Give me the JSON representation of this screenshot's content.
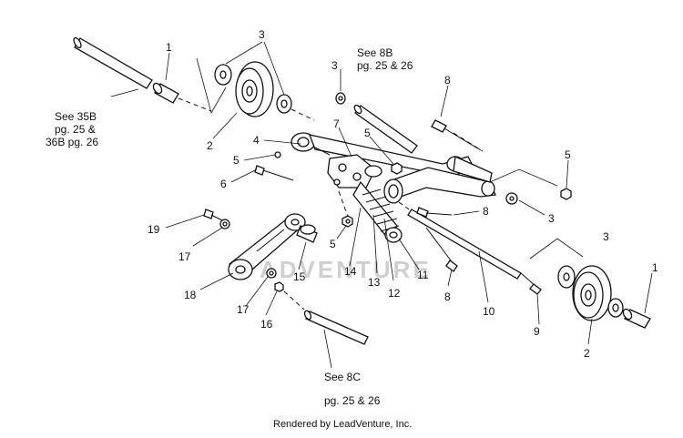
{
  "callouts": {
    "c1a": "1",
    "c2a": "2",
    "c3a": "3",
    "c3b": "3",
    "c8a": "8",
    "c7": "7",
    "c5a": "5",
    "c4": "4",
    "c5b": "5",
    "c6": "6",
    "c5c": "5",
    "c3c": "3",
    "c8b": "8",
    "c19": "19",
    "c17a": "17",
    "c18": "18",
    "c17b": "17",
    "c16": "16",
    "c15": "15",
    "c14": "14",
    "c5d": "5",
    "c13": "13",
    "c12": "12",
    "c11": "11",
    "c8c": "8",
    "c10": "10",
    "c9": "9",
    "c3d": "3",
    "c1b": "1",
    "c2b": "2"
  },
  "references": {
    "ref_35b": [
      "See 35B",
      "pg. 25 &",
      "36B pg. 26"
    ],
    "ref_8b": [
      "See 8B",
      "pg. 25 &  26"
    ],
    "ref_8c": [
      "See 8C",
      "pg. 25 &  26"
    ]
  },
  "watermark": "ADVENTURE",
  "footer": "Rendered by LeadVenture, Inc."
}
